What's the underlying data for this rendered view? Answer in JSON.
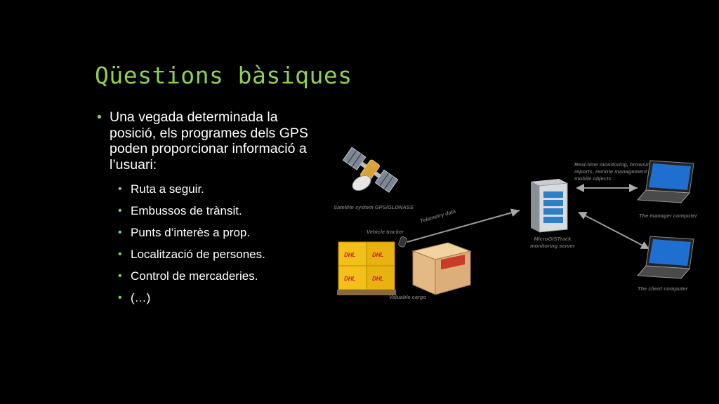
{
  "slide": {
    "title": "Qüestions bàsiques",
    "main_bullet": "Una vegada determinada la posició, els programes dels GPS poden proporcionar informació a l’usuari:",
    "sub_bullets": [
      "Ruta a seguir.",
      "Embussos de trànsit.",
      "Punts d’interès a prop.",
      "Localització de persones.",
      "Control de mercaderies.",
      "(…)"
    ]
  },
  "diagram": {
    "satellite_label": "Satellite system GPS/GLONASS",
    "tracker_label": "Vehicle tracker",
    "telemetry_label": "Telemetry data",
    "cargo_label": "Valuable cargo",
    "cargo_box_text": "DHL",
    "server_label_1": "MicroGISTrack",
    "server_label_2": "monitoring server",
    "realtime_line_1": "Real-time monitoring, browsing",
    "realtime_line_2": "reports, remote management of",
    "realtime_line_3": "mobile objects",
    "manager_label": "The manager computer",
    "client_label": "The client computer"
  }
}
